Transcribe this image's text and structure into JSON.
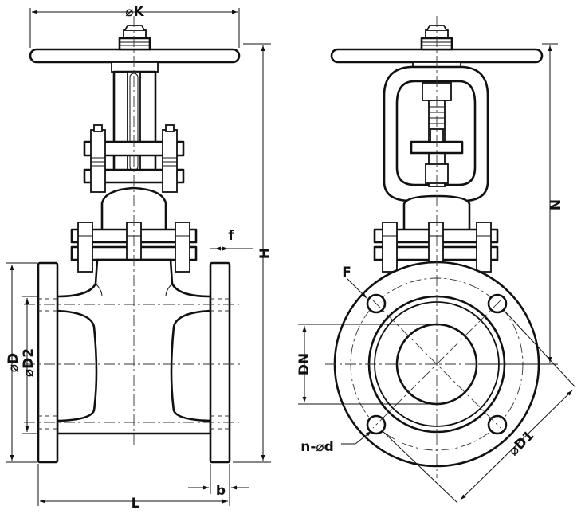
{
  "drawing": {
    "labels": {
      "k": "⌀K",
      "h": "H",
      "f": "f",
      "d": "⌀D",
      "d2": "⌀D2",
      "l": "L",
      "b": "b",
      "n": "N",
      "flange": "F",
      "dn": "DN",
      "bolt_holes": "n-⌀d",
      "d1": "⌀D1"
    }
  }
}
